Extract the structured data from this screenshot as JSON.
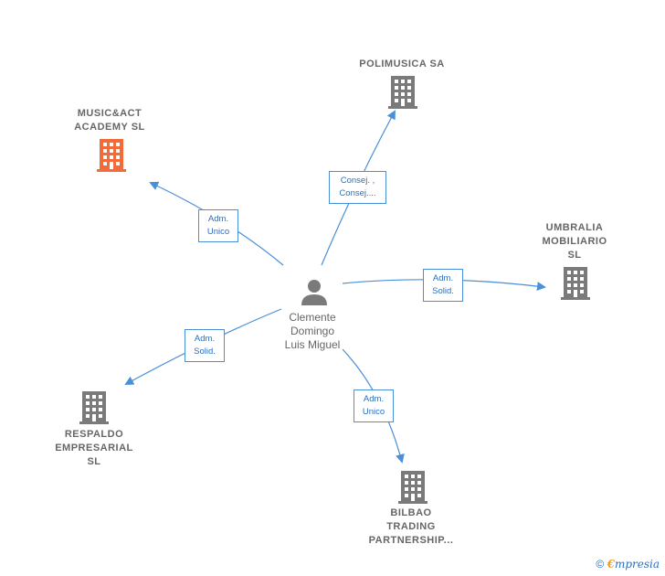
{
  "colors": {
    "edge": "#4a90d9",
    "company": "#7a7a7a",
    "highlight": "#f26b3a",
    "person": "#7a7a7a"
  },
  "center": {
    "name": "Clemente\nDomingo\nLuis Miguel"
  },
  "companies": {
    "music": {
      "name": "MUSIC&ACT\nACADEMY  SL",
      "highlight": true
    },
    "polimusica": {
      "name": "POLIMUSICA SA"
    },
    "umbralia": {
      "name": "UMBRALIA\nMOBILIARIO\nSL"
    },
    "respaldo": {
      "name": "RESPALDO\nEMPRESARIAL\nSL"
    },
    "bilbao": {
      "name": "BILBAO\nTRADING\nPARTNERSHIP..."
    }
  },
  "relations": {
    "music": "Adm.\nUnico",
    "polimusica": "Consej. ,\nConsej....",
    "umbralia": "Adm.\nSolid.",
    "respaldo": "Adm.\nSolid.",
    "bilbao": "Adm.\nUnico"
  },
  "footer": {
    "copyright": "©",
    "brand_first": "€",
    "brand_rest": "mpresia"
  }
}
